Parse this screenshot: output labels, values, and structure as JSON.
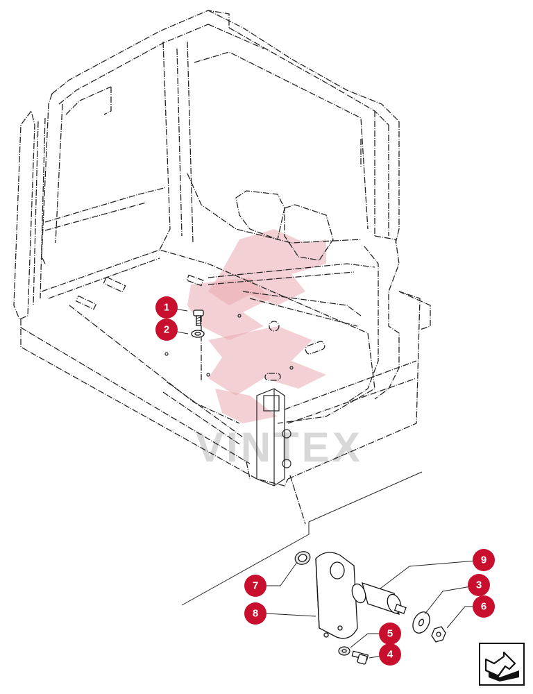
{
  "callouts": [
    {
      "num": "1"
    },
    {
      "num": "2"
    },
    {
      "num": "3"
    },
    {
      "num": "4"
    },
    {
      "num": "5"
    },
    {
      "num": "6"
    },
    {
      "num": "7"
    },
    {
      "num": "8"
    },
    {
      "num": "9"
    }
  ],
  "watermark": {
    "text": "VINTEX"
  },
  "icons": {
    "nav": "next-page-arrow-icon"
  },
  "colors": {
    "callout": "#c8102e",
    "line": "#222222",
    "watermark": "#e9aab0"
  }
}
